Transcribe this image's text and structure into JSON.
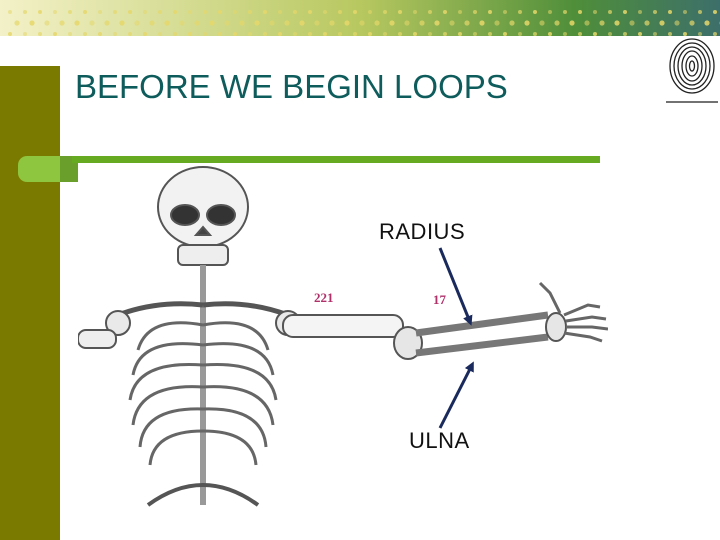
{
  "slide": {
    "title": "BEFORE WE BEGIN LOOPS",
    "labels": {
      "radius": "RADIUS",
      "ulna": "ULNA"
    },
    "bone_numbers": {
      "left": "221",
      "right": "17"
    }
  },
  "colors": {
    "banner_green": "#7aa63a",
    "left_bar": "#7b7a00",
    "rule_green": "#66aa22",
    "title_teal": "#0f5c5c",
    "arrow_navy": "#1a2a5c",
    "bone_number_pink": "#b0306a"
  },
  "icons": {
    "banner": "dotted-banner",
    "corner": "fingerprint-icon"
  }
}
